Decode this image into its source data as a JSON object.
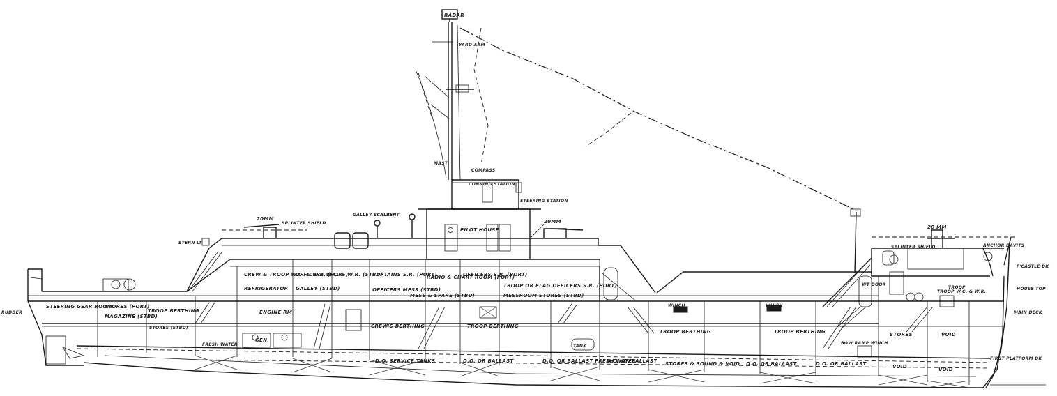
{
  "labels": {
    "radar": "RADAR",
    "yard_arm": "YARD ARM",
    "mast": "MAST",
    "compass": "COMPASS",
    "conning_station": "CONNING STATION",
    "pilot_house": "PILOT HOUSE",
    "steering_station": "STEERING STATION",
    "mm20_aft": "20MM",
    "splinter_shield_aft": "SPLINTER SHIELD",
    "stern_lt": "STERN LT",
    "gallery_scala": "GALLEY SCALA",
    "vent": "VENT",
    "mm20_mid": "20MM",
    "mm20_fwd": "20 MM",
    "splinter_shield_fwd": "SPLINTER SHIELD",
    "anchor_davits": "ANCHOR DAVITS",
    "forecastle_deck": "F'CASTLE DK",
    "house_top": "HOUSE TOP",
    "main_deck": "MAIN DECK",
    "first_platform_deck": "FIRST PLATFORM DK",
    "rudder": "RUDDER",
    "steering_gear_room": "STEERING GEAR ROOM",
    "stores_port": "STORES (PORT)",
    "magazine_stbd": "MAGAZINE (STBD)",
    "troop_berthing_aft": "TROOP BERTHING",
    "stores_stbd": "STORES (STBD)",
    "crew_troop_wc": "CREW & TROOP W.C. & W.R. (PORT)",
    "refrigerator": "REFRIGERATOR",
    "officers_wr": "OFFICERS W.C. & W.R. (STBD)",
    "galley_stbd": "GALLEY (STBD)",
    "captains_sr": "CAPTAINS S.R. (PORT)",
    "officers_mess": "OFFICERS MESS (STBD)",
    "radio_room": "RADIO & CHART ROOM (PORT)",
    "officers_sr": "OFFICERS S.R. (PORT)",
    "messroom_spare": "MESS & SPARE (STBD)",
    "troop_flag_officer": "TROOP OR FLAG OFFICERS S.R. (PORT)",
    "messroom_stores": "MESSROOM STORES (STBD)",
    "engine_rm": "ENGINE RM",
    "generator": "GEN",
    "fresh_water": "FRESH WATER",
    "crews_berthing": "CREW'S BERTHING",
    "troop_berthing_mid": "TROOP BERTHING",
    "troop_berthing_fwd1": "TROOP BERTHING",
    "troop_berthing_fwd2": "TROOP BERTHING",
    "stores_fwd": "STORES",
    "void_fwd": "VOID",
    "ds_service_tanks": "D.O. SERVICE TANKS",
    "do_ballast_1": "D.O. OR BALLAST",
    "do_ballast_2": "D.O. OR BALLAST FRESH WATER",
    "do_ballast_3": "D.O. OR BALLAST",
    "stores_sound": "STORES & SOUND & VOID",
    "do_ballast_4": "D.O. OR BALLAST",
    "do_ballast_5": "D.O. OR BALLAST",
    "void_low1": "VOID",
    "void_low2": "VOID",
    "winch_1": "WINCH",
    "winch_2": "WINCH",
    "troop_wc": "TROOP W.C. & W.R.",
    "bow_ramp": "BOW RAMP WINCH",
    "wt_door": "WT DOOR",
    "troop_rm": "TROOP",
    "tank": "TANK"
  },
  "colors": {
    "ink": "#1a1a1a",
    "paper": "#ffffff"
  }
}
